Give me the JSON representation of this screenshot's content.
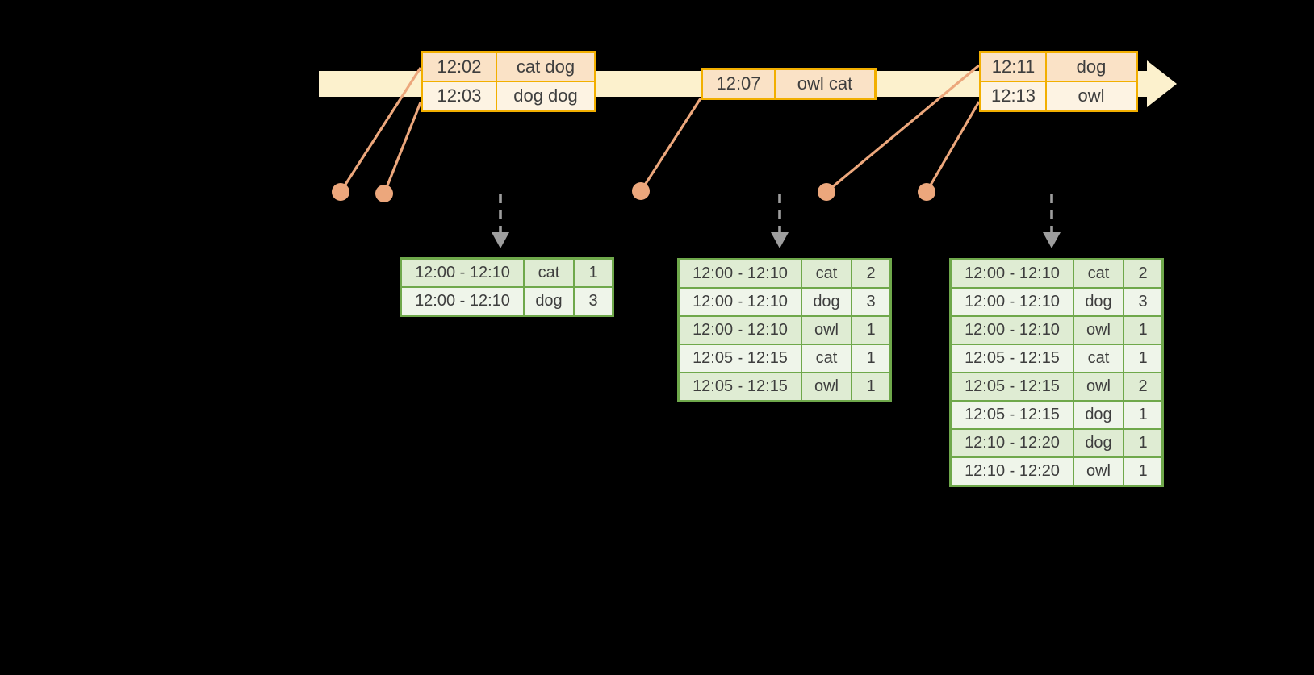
{
  "colors": {
    "background": "#000000",
    "timeline-fill": "#FCF1CD",
    "event-border": "#F2AF00",
    "event-row-dark": "#FAE2C6",
    "event-row-light": "#FDF3E3",
    "connector": "#ECA77C",
    "trigger-arrow": "#9E9E9E",
    "result-border": "#6FA84B",
    "result-row-dark": "#DFECD3",
    "result-row-light": "#EFF5EA",
    "text": "#3E3E3E"
  },
  "event_tables": [
    {
      "name": "events-batch-1",
      "rows": [
        [
          "12:02",
          "cat dog"
        ],
        [
          "12:03",
          "dog dog"
        ]
      ]
    },
    {
      "name": "events-batch-2",
      "rows": [
        [
          "12:07",
          "owl cat"
        ]
      ]
    },
    {
      "name": "events-batch-3",
      "rows": [
        [
          "12:11",
          "dog"
        ],
        [
          "12:13",
          "owl"
        ]
      ]
    }
  ],
  "result_tables": [
    {
      "name": "result-table-1",
      "rows": [
        [
          "12:00 - 12:10",
          "cat",
          "1"
        ],
        [
          "12:00 - 12:10",
          "dog",
          "3"
        ]
      ]
    },
    {
      "name": "result-table-2",
      "rows": [
        [
          "12:00 - 12:10",
          "cat",
          "2"
        ],
        [
          "12:00 - 12:10",
          "dog",
          "3"
        ],
        [
          "12:00 - 12:10",
          "owl",
          "1"
        ],
        [
          "12:05 - 12:15",
          "cat",
          "1"
        ],
        [
          "12:05 - 12:15",
          "owl",
          "1"
        ]
      ]
    },
    {
      "name": "result-table-3",
      "rows": [
        [
          "12:00 - 12:10",
          "cat",
          "2"
        ],
        [
          "12:00 - 12:10",
          "dog",
          "3"
        ],
        [
          "12:00 - 12:10",
          "owl",
          "1"
        ],
        [
          "12:05 - 12:15",
          "cat",
          "1"
        ],
        [
          "12:05 - 12:15",
          "owl",
          "2"
        ],
        [
          "12:05 - 12:15",
          "dog",
          "1"
        ],
        [
          "12:10 - 12:20",
          "dog",
          "1"
        ],
        [
          "12:10 - 12:20",
          "owl",
          "1"
        ]
      ]
    }
  ]
}
